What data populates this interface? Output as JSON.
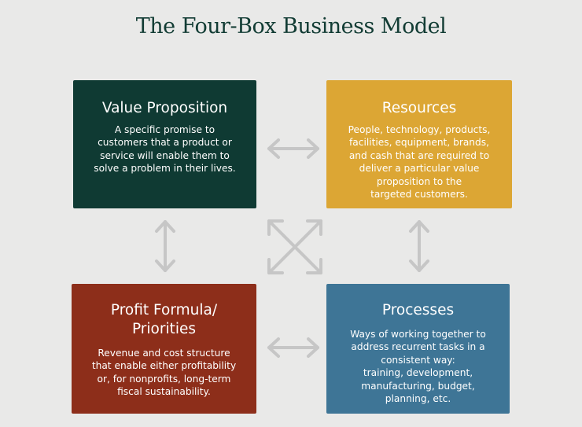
{
  "title": "The Four-Box Business Model",
  "colors": {
    "background": "#e9e9e8",
    "title": "#123c34",
    "value_proposition": "#0f3a33",
    "resources": "#dca634",
    "profit_formula": "#8d2e1a",
    "processes": "#3e7596",
    "arrows": "#c6c6c6"
  },
  "boxes": {
    "value_proposition": {
      "heading": "Value Proposition",
      "body": "A specific promise to\ncustomers that a product or\nservice will enable them to\nsolve a problem in their lives."
    },
    "resources": {
      "heading": "Resources",
      "body": "People, technology, products,\nfacilities, equipment, brands,\nand cash that are required to\ndeliver a particular value\nproposition to the\ntargeted customers."
    },
    "profit_formula": {
      "heading": "Profit Formula/\nPriorities",
      "body": "Revenue and cost structure\nthat enable either profitability\nor, for nonprofits, long-term\nfiscal sustainability."
    },
    "processes": {
      "heading": "Processes",
      "body": "Ways of working together to\naddress recurrent tasks in a\nconsistent way:\ntraining, development,\nmanufacturing, budget,\nplanning, etc."
    }
  },
  "connectors": [
    "double-arrow-horizontal-top",
    "double-arrow-horizontal-bottom",
    "double-arrow-vertical-left",
    "double-arrow-vertical-right",
    "double-arrow-diagonal-main",
    "double-arrow-diagonal-anti"
  ]
}
